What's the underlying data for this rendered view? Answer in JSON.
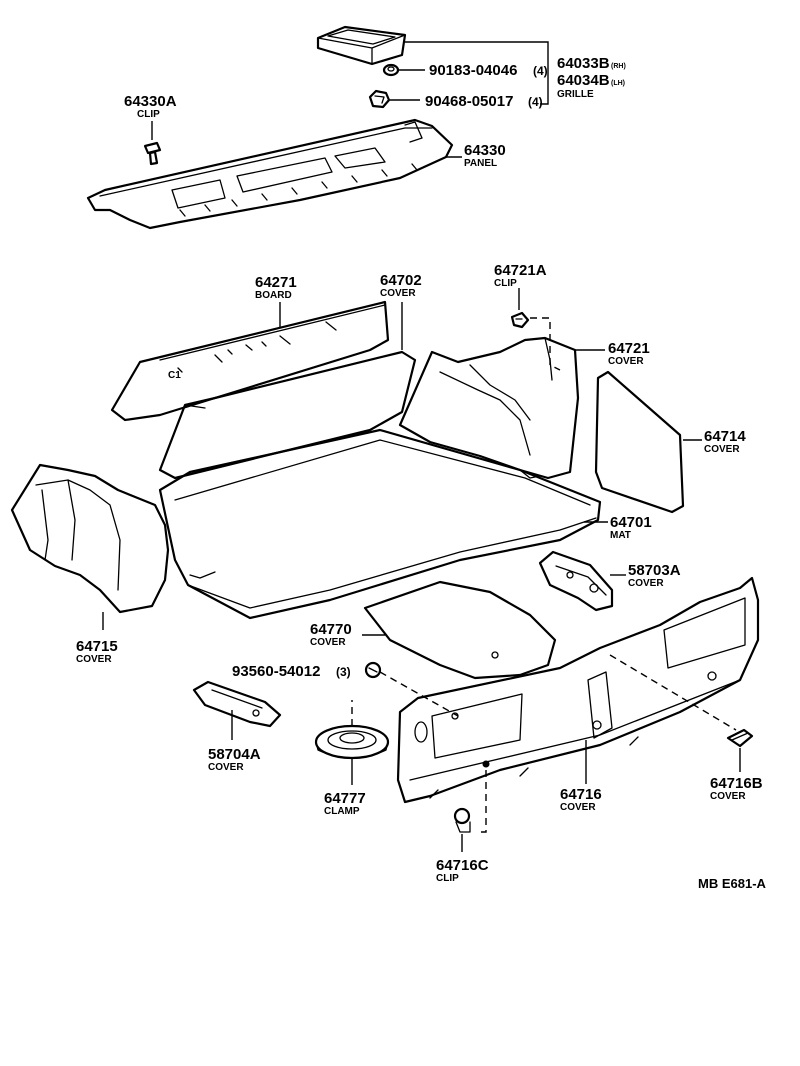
{
  "parts": {
    "grille_rh": {
      "number": "64033B",
      "suffix": "(RH)",
      "name": "GRILLE"
    },
    "grille_lh": {
      "number": "64034B",
      "suffix": "(LH)"
    },
    "nut": {
      "number": "90183-04046",
      "qty": "(4)"
    },
    "clip_90468": {
      "number": "90468-05017",
      "qty": "(4)"
    },
    "clip_64330a": {
      "number": "64330A",
      "name": "CLIP"
    },
    "panel_64330": {
      "number": "64330",
      "name": "PANEL"
    },
    "board_64271": {
      "number": "64271",
      "name": "BOARD"
    },
    "cover_64702": {
      "number": "64702",
      "name": "COVER"
    },
    "clip_64721a": {
      "number": "64721A",
      "name": "CLIP"
    },
    "cover_64721": {
      "number": "64721",
      "name": "COVER"
    },
    "cover_64714": {
      "number": "64714",
      "name": "COVER"
    },
    "mat_64701": {
      "number": "64701",
      "name": "MAT"
    },
    "cover_58703a": {
      "number": "58703A",
      "name": "COVER"
    },
    "cover_64715": {
      "number": "64715",
      "name": "COVER"
    },
    "cover_64770": {
      "number": "64770",
      "name": "COVER"
    },
    "screw_93560": {
      "number": "93560-54012",
      "qty": "(3)"
    },
    "cover_58704a": {
      "number": "58704A",
      "name": "COVER"
    },
    "clamp_64777": {
      "number": "64777",
      "name": "CLAMP"
    },
    "cover_64716": {
      "number": "64716",
      "name": "COVER"
    },
    "cover_64716b": {
      "number": "64716B",
      "name": "COVER"
    },
    "clip_64716c": {
      "number": "64716C",
      "name": "CLIP"
    }
  },
  "diagram_ref": "MB  E681-A"
}
